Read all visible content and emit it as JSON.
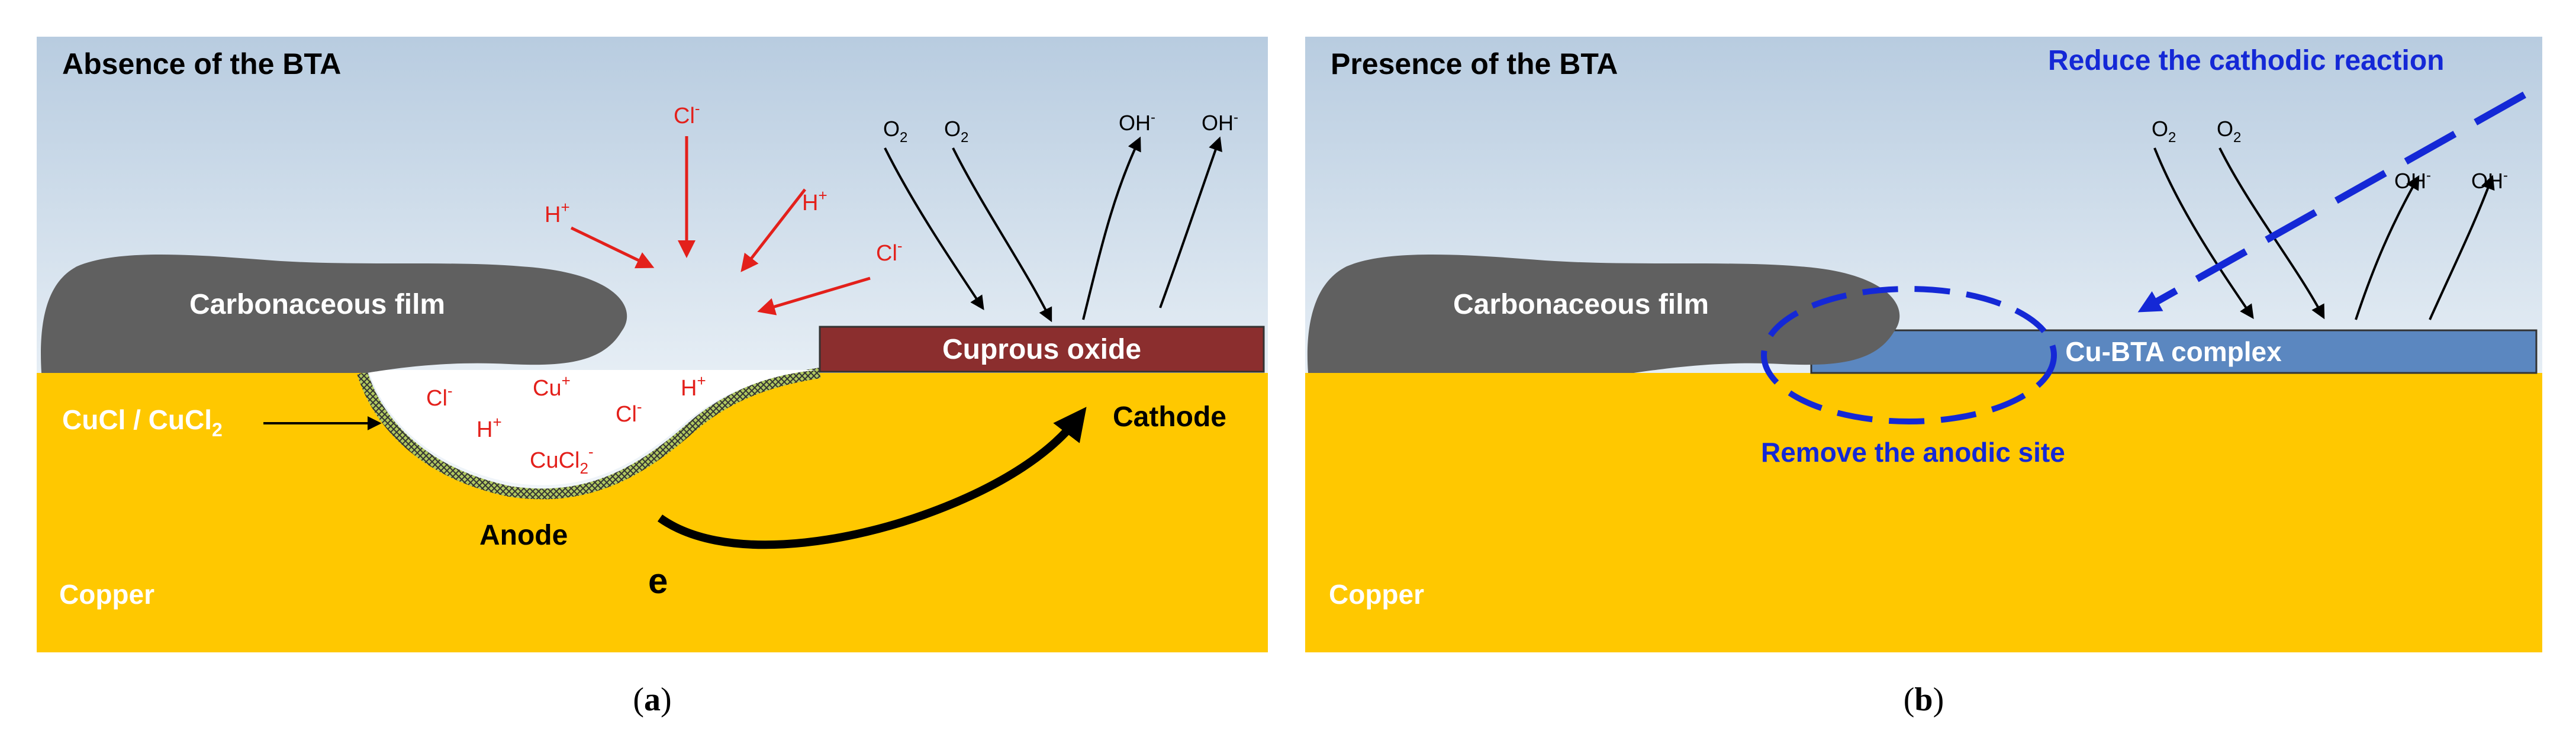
{
  "panel_a": {
    "title": "Absence of the BTA",
    "carbon_film": "Carbonaceous film",
    "cuprous_oxide": "Cuprous oxide",
    "cucl_label_main": "CuCl / CuCl",
    "cucl_label_sub": "2",
    "cathode": "Cathode",
    "anode": "Anode",
    "electron": "e",
    "copper": "Copper",
    "ions": {
      "cl": "Cl",
      "cl_sup": "-",
      "h": "H",
      "h_sup": "+",
      "cu": "Cu",
      "cu_sup": "+",
      "cucl2": "CuCl",
      "cucl2_sub": "2",
      "cucl2_sup": "-"
    },
    "o2": "O",
    "o2_sub": "2",
    "oh": "OH",
    "oh_sup": "-",
    "caption_letter": "a"
  },
  "panel_b": {
    "title": "Presence of the BTA",
    "reduce_label": "Reduce the cathodic reaction",
    "carbon_film": "Carbonaceous film",
    "cu_bta": "Cu-BTA complex",
    "remove_label": "Remove the anodic site",
    "copper": "Copper",
    "o2": "O",
    "o2_sub": "2",
    "oh": "OH",
    "oh_sup": "-",
    "caption_letter": "b"
  },
  "colors": {
    "copper": "#FFC800",
    "carbon_film": "#606060",
    "cuprous_oxide": "#8B2E2E",
    "cu_bta": "#5B87C0",
    "ion_red": "#E3201B",
    "bta_blue": "#1428D6",
    "electron_arrow": "#000000"
  }
}
